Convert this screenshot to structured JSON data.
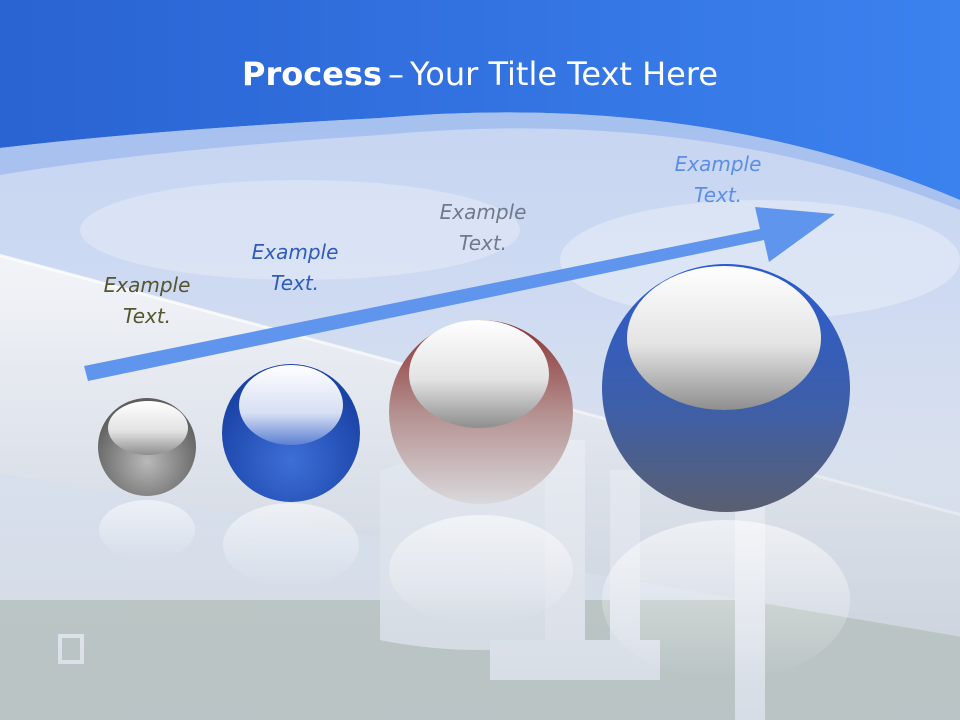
{
  "slide": {
    "title_bold": "Process",
    "title_dash": "–",
    "title_rest": "Your Title Text Here"
  },
  "steps": [
    {
      "label": "Example\nText.",
      "color": "#55552e",
      "sphere_color": "#7a7a7a"
    },
    {
      "label": "Example\nText.",
      "color": "#2e5cb8",
      "sphere_color": "#1f4fb8"
    },
    {
      "label": "Example\nText.",
      "color": "#6f7a8a",
      "sphere_color": "#8a3a3a"
    },
    {
      "label": "Example\nText.",
      "color": "#5b8ee6",
      "sphere_color": "#2a58c8"
    }
  ],
  "colors": {
    "header_blue": "#2f73e0",
    "arrow_blue": "#5f95ec"
  }
}
